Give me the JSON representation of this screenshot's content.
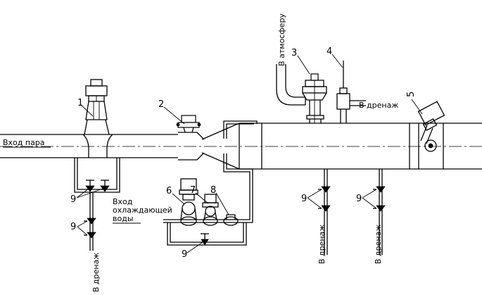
{
  "labels": {
    "steam_inlet": "Вход пара",
    "cooling_water_line1": "Вход",
    "cooling_water_line2": "охлаждающей",
    "cooling_water_line3": "воды",
    "to_atmosphere": "В атмосферу",
    "to_drain": "В дренаж"
  },
  "positions": {
    "p1": "1",
    "p2": "2",
    "p3": "3",
    "p4": "4",
    "p5": "5",
    "p6": "6",
    "p7": "7",
    "p8": "8",
    "p9": "9"
  }
}
